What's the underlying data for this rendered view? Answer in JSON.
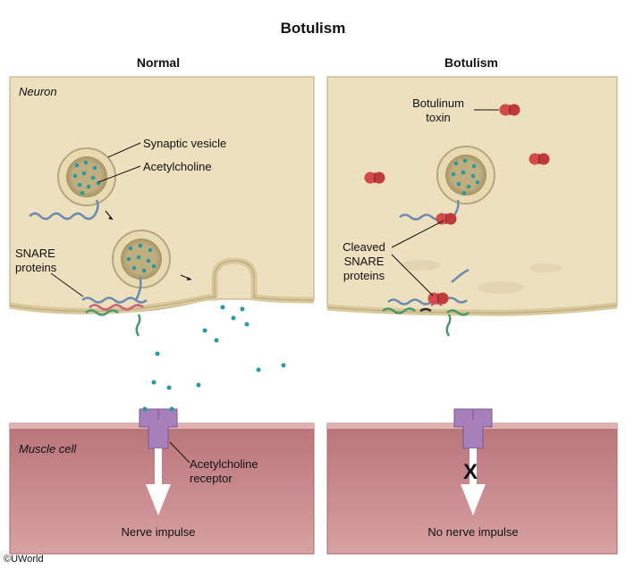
{
  "title": "Botulism",
  "panels": {
    "normal": {
      "heading": "Normal",
      "neuron_label": "Neuron",
      "synaptic_vesicle_label": "Synaptic vesicle",
      "acetylcholine_label": "Acetylcholine",
      "snare_label": "SNARE\nproteins",
      "muscle_label": "Muscle cell",
      "receptor_label": "Acetylcholine\nreceptor",
      "impulse_label": "Nerve impulse"
    },
    "botulism": {
      "heading": "Botulism",
      "toxin_label": "Botulinum\ntoxin",
      "cleaved_label": "Cleaved\nSNARE\nproteins",
      "block_mark": "X",
      "impulse_label": "No nerve impulse"
    }
  },
  "copyright": "©UWorld",
  "colors": {
    "neuron_fill": "#ede0bf",
    "muscle_fill": "#c9858a",
    "vesicle_fill": "#c8ba90",
    "acetylcholine": "#2a9a9c",
    "receptor": "#a77fba",
    "toxin": "#d24a4a"
  }
}
